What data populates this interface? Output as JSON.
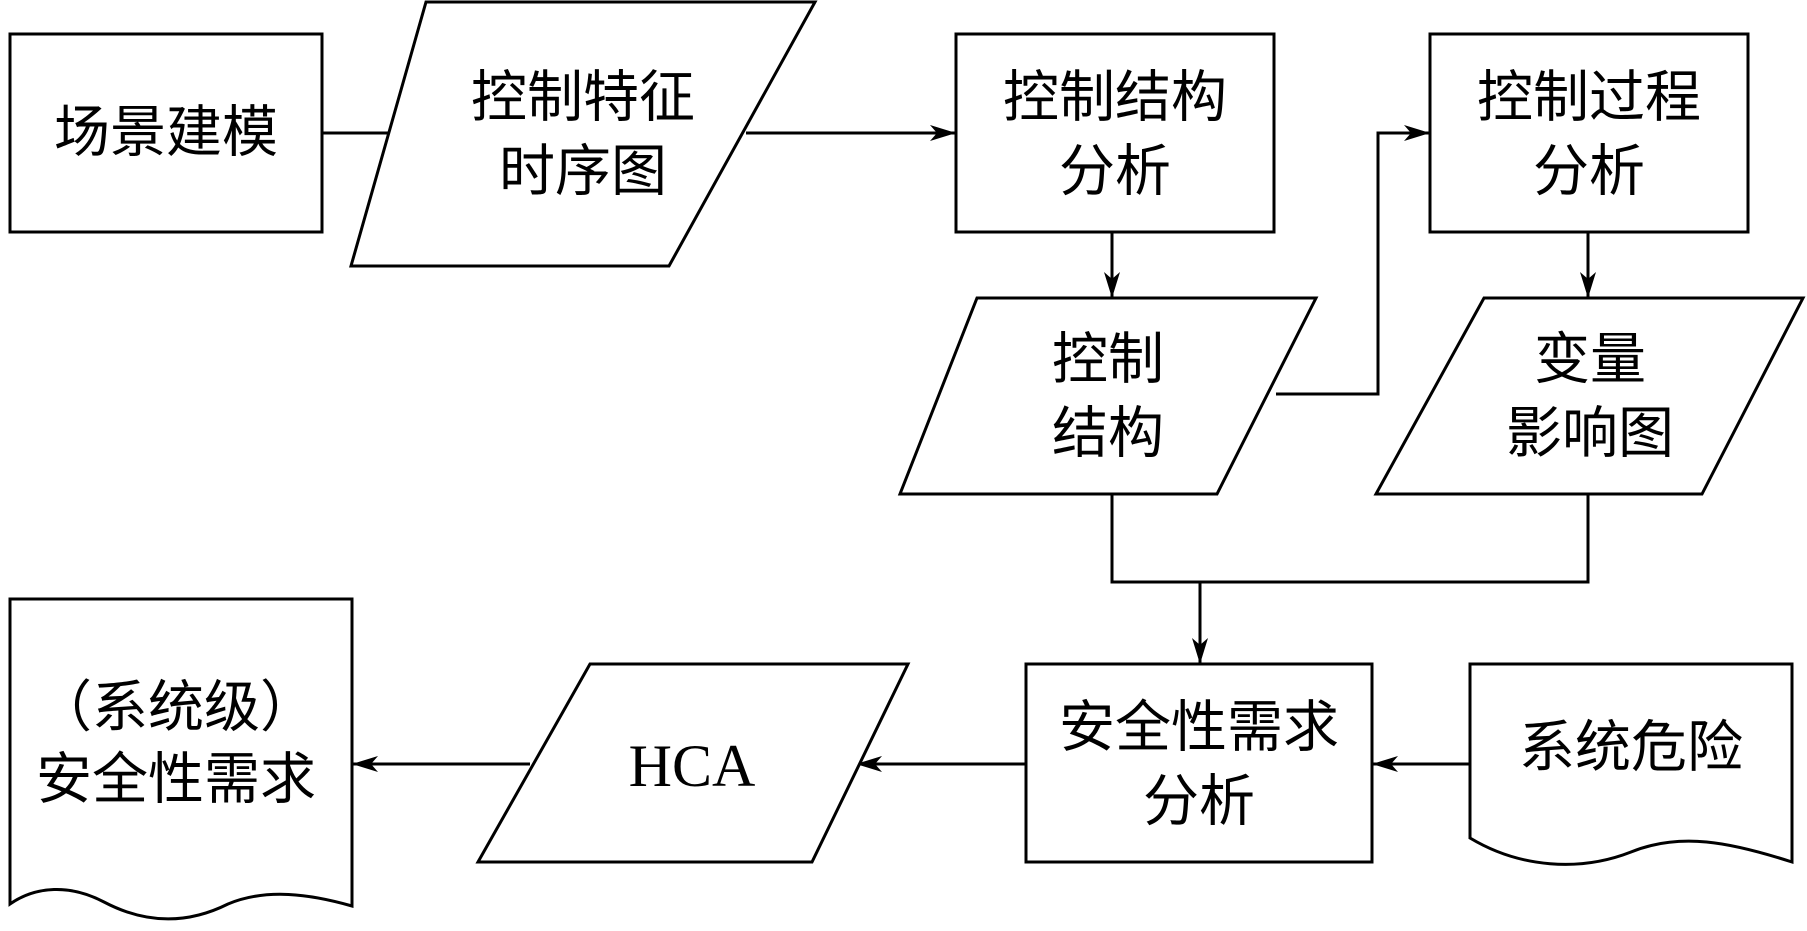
{
  "nodes": {
    "scene_modeling": {
      "lines": [
        "场景建模"
      ]
    },
    "control_feature_timing": {
      "lines": [
        "控制特征",
        "时序图"
      ]
    },
    "control_structure_analysis": {
      "lines": [
        "控制结构",
        "分析"
      ]
    },
    "control_process_analysis": {
      "lines": [
        "控制过程",
        "分析"
      ]
    },
    "control_structure": {
      "lines": [
        "控制",
        "结构"
      ]
    },
    "variable_influence": {
      "lines": [
        "变量",
        "影响图"
      ]
    },
    "safety_requirement_analysis": {
      "lines": [
        "安全性需求",
        "分析"
      ]
    },
    "system_hazards": {
      "lines": [
        "系统危险"
      ]
    },
    "hca": {
      "lines": [
        "HCA"
      ]
    },
    "system_safety_requirements": {
      "lines": [
        "（系统级）",
        "安全性需求"
      ]
    }
  },
  "edges": [
    {
      "from": "scene_modeling",
      "to": "control_feature_timing"
    },
    {
      "from": "control_feature_timing",
      "to": "control_structure_analysis"
    },
    {
      "from": "control_structure_analysis",
      "to": "control_structure"
    },
    {
      "from": "control_structure",
      "to": "control_process_analysis"
    },
    {
      "from": "control_process_analysis",
      "to": "variable_influence"
    },
    {
      "from": "control_structure",
      "to": "safety_requirement_analysis"
    },
    {
      "from": "variable_influence",
      "to": "safety_requirement_analysis"
    },
    {
      "from": "system_hazards",
      "to": "safety_requirement_analysis"
    },
    {
      "from": "safety_requirement_analysis",
      "to": "hca"
    },
    {
      "from": "hca",
      "to": "system_safety_requirements"
    }
  ]
}
